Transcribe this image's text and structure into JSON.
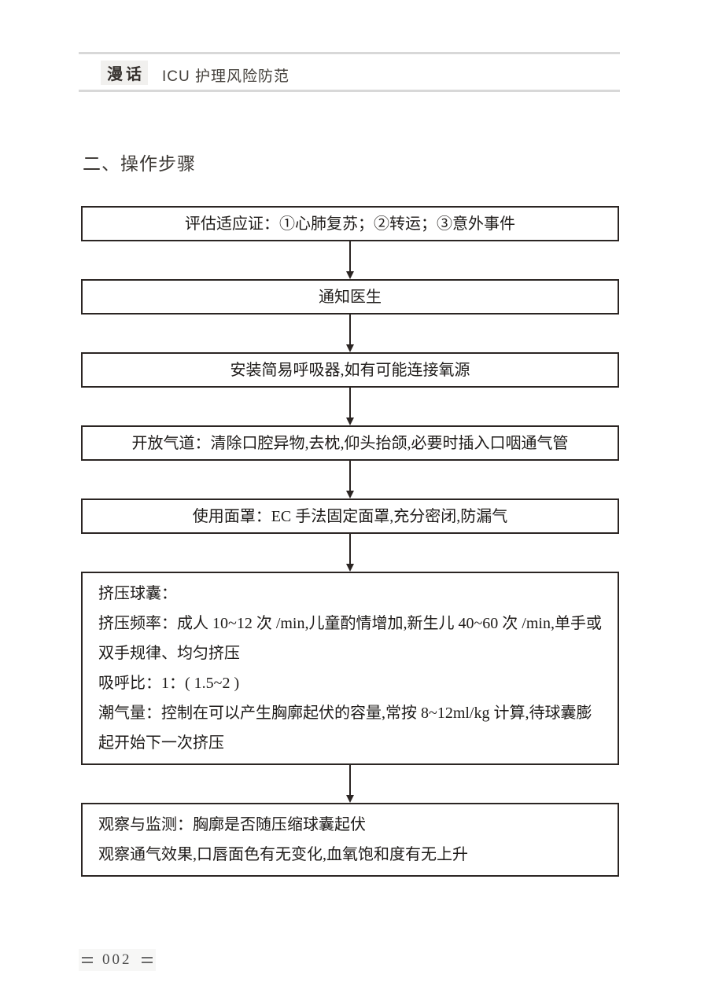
{
  "header": {
    "badge_label": "漫话",
    "book_title": "ICU 护理风险防范"
  },
  "section_title": "二、操作步骤",
  "flowchart": {
    "steps": [
      {
        "align": "center",
        "lines": [
          "评估适应证：①心肺复苏；②转运；③意外事件"
        ]
      },
      {
        "align": "center",
        "lines": [
          "通知医生"
        ]
      },
      {
        "align": "center",
        "lines": [
          "安装简易呼吸器,如有可能连接氧源"
        ]
      },
      {
        "align": "center",
        "lines": [
          "开放气道：清除口腔异物,去枕,仰头抬颌,必要时插入口咽通气管"
        ]
      },
      {
        "align": "center",
        "lines": [
          "使用面罩：EC 手法固定面罩,充分密闭,防漏气"
        ]
      },
      {
        "align": "left",
        "lines": [
          "挤压球囊：",
          "挤压频率：成人 10~12 次 /min,儿童酌情增加,新生儿 40~60 次 /min,单手或双手规律、均匀挤压",
          "吸呼比：1：( 1.5~2 )",
          "潮气量：控制在可以产生胸廓起伏的容量,常按 8~12ml/kg 计算,待球囊膨起开始下一次挤压"
        ]
      },
      {
        "align": "left",
        "lines": [
          "观察与监测：胸廓是否随压缩球囊起伏",
          "观察通气效果,口唇面色有无变化,血氧饱和度有无上升"
        ]
      }
    ]
  },
  "footer": {
    "page_number": "002"
  },
  "colors": {
    "box_border": "#2b2523",
    "arrow": "#2b2523",
    "header_rule": "#d8d8d8",
    "badge_background": "#f1f0ee",
    "body_text": "#1e1b19",
    "header_text": "#45413c",
    "footer_text": "#4a4a4a"
  }
}
